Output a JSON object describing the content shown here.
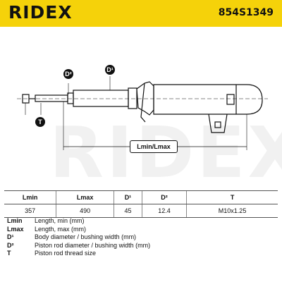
{
  "header": {
    "brand": "RIDEX",
    "part_number": "854S1349",
    "color": "#f5d20a"
  },
  "drawing": {
    "watermark": "RIDEX",
    "labels": {
      "d2": "D²",
      "d1": "D¹",
      "t": "T",
      "length": "Lmin/Lmax"
    }
  },
  "specs": {
    "headers": [
      "Lmin",
      "Lmax",
      "D¹",
      "D²",
      "T"
    ],
    "values": [
      "357",
      "490",
      "45",
      "12.4",
      "M10x1.25"
    ]
  },
  "legend": [
    {
      "key": "Lmin",
      "desc": "Length, min (mm)"
    },
    {
      "key": "Lmax",
      "desc": "Length, max (mm)"
    },
    {
      "key": "D¹",
      "desc": "Body diameter / bushing width (mm)"
    },
    {
      "key": "D²",
      "desc": "Piston rod diameter / bushing width (mm)"
    },
    {
      "key": "T",
      "desc": "Piston rod thread size"
    }
  ]
}
